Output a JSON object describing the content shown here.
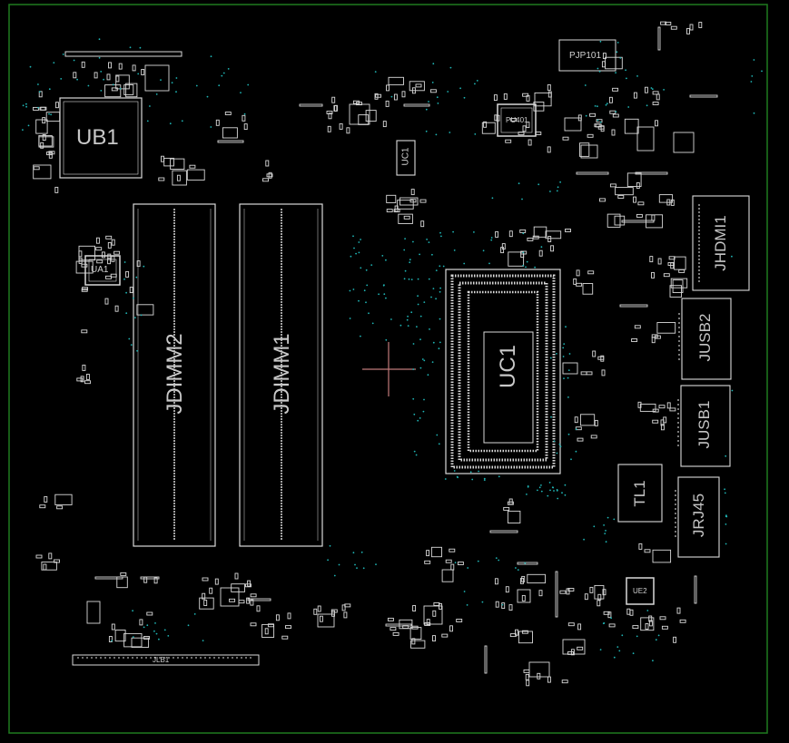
{
  "board": {
    "outline_color": "#1f7a1f",
    "component_color": "#d9d9d9",
    "via_color": "#1fb5b5",
    "marker_color": "#c07a7a",
    "background": "#000000"
  },
  "labels": {
    "ub1": "UB1",
    "ua1": "UA1",
    "jdimm2": "JDIMM2",
    "jdimm1": "JDIMM1",
    "uc1": "UC1",
    "jhdmi1": "JHDMI1",
    "jusb2": "JUSB2",
    "jusb1": "JUSB1",
    "jrj45": "JRJ45",
    "tl1": "TL1",
    "pjp101": "PJP101",
    "pu401": "PU401",
    "uc1_small": "UC1",
    "ue2": "UE2",
    "jlb1": "JLB1"
  }
}
